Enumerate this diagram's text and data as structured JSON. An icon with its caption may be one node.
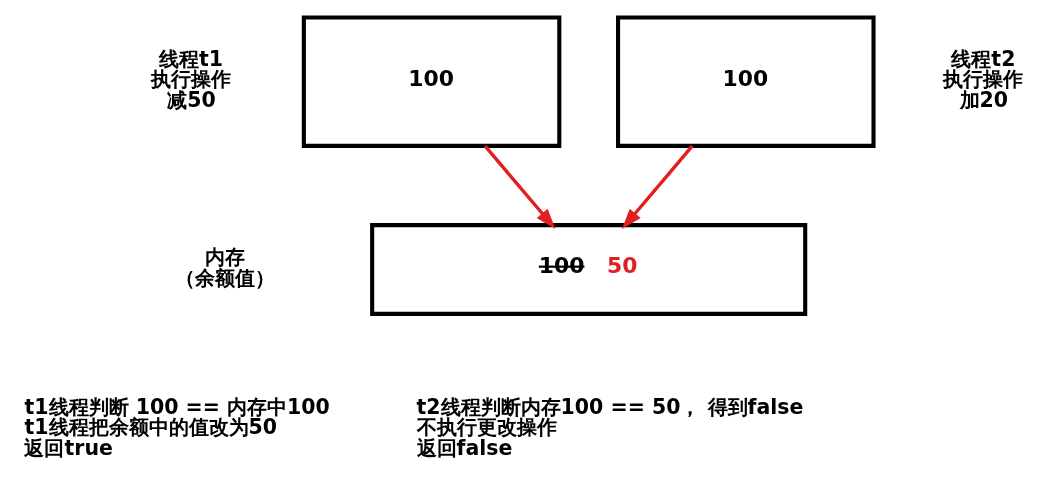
{
  "diagram": {
    "nodes": [
      {
        "text": [
          "100"
        ],
        "beside": [
          "线程t1",
          "执行操作",
          "减50"
        ]
      },
      {
        "text": [
          "100"
        ],
        "beside": [
          "线程t2",
          "执行操作",
          "加20"
        ]
      },
      {
        "text": [
          "100",
          "50"
        ],
        "beside": [
          "内存",
          "（余额值）"
        ]
      }
    ],
    "edges": [
      {
        "from": 0,
        "to": 2,
        "arrow": "to",
        "color": "#e02020"
      },
      {
        "from": 1,
        "to": 2,
        "arrow": "to",
        "color": "#e02020"
      }
    ],
    "labels": [
      "t1线程判断 100 == 内存中100",
      "t1线程把余额中的值改为50",
      "返回true",
      "t2线程判断内存100 == 50， 得到false",
      "不执行更改操作",
      "返回false"
    ]
  }
}
